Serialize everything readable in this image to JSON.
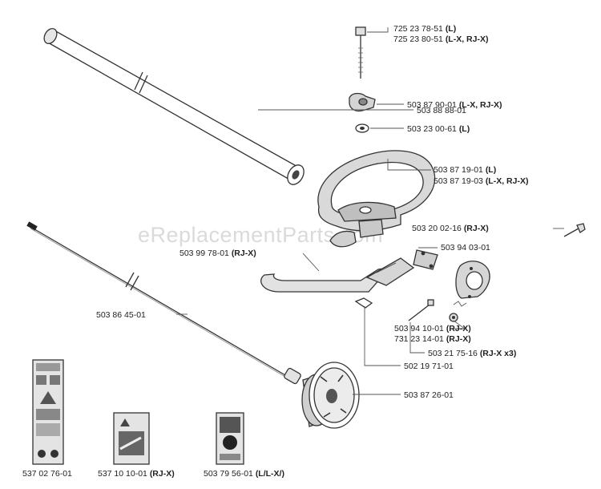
{
  "watermark": "eReplacementParts.com",
  "callouts": {
    "bolt": {
      "line1": "725 23 78-51",
      "tag1": "(L)",
      "line2": "725 23 80-51",
      "tag2": "(L-X, RJ-X)"
    },
    "knob": {
      "line1": "503 87 90-01",
      "tag1": "(L-X, RJ-X)"
    },
    "washer": {
      "line1": "503 23 00-61",
      "tag1": "(L)"
    },
    "loop_handle": {
      "line1": "503 87 19-01",
      "tag1": "(L)",
      "line2": "503 87 19-03",
      "tag2": "(L-X, RJ-X)"
    },
    "tube": {
      "line1": "503 88 88-01"
    },
    "screw_right": {
      "line1": "503 20 02-16",
      "tag1": "(RJ-X)"
    },
    "clamp": {
      "line1": "503 94 03-01"
    },
    "bike_handle": {
      "line1": "503 99 78-01",
      "tag1": "(RJ-X)"
    },
    "drive_shaft": {
      "line1": "503 86 45-01"
    },
    "bracket": {
      "line1": "503 94 10-01",
      "tag1": "(RJ-X)",
      "line2": "731 23 14-01",
      "tag2": "(RJ-X)"
    },
    "screws": {
      "line1": "503 21 75-16",
      "tag1": "(RJ-X x3)"
    },
    "nut": {
      "line1": "502 19 71-01"
    },
    "guard": {
      "line1": "503 87 26-01"
    },
    "decal_1": {
      "line1": "537 02 76-01"
    },
    "decal_2": {
      "line1": "537 10 10-01",
      "tag1": "(RJ-X)"
    },
    "decal_3": {
      "line1": "503 79 56-01",
      "tag1": "(L/L-X/)"
    }
  }
}
